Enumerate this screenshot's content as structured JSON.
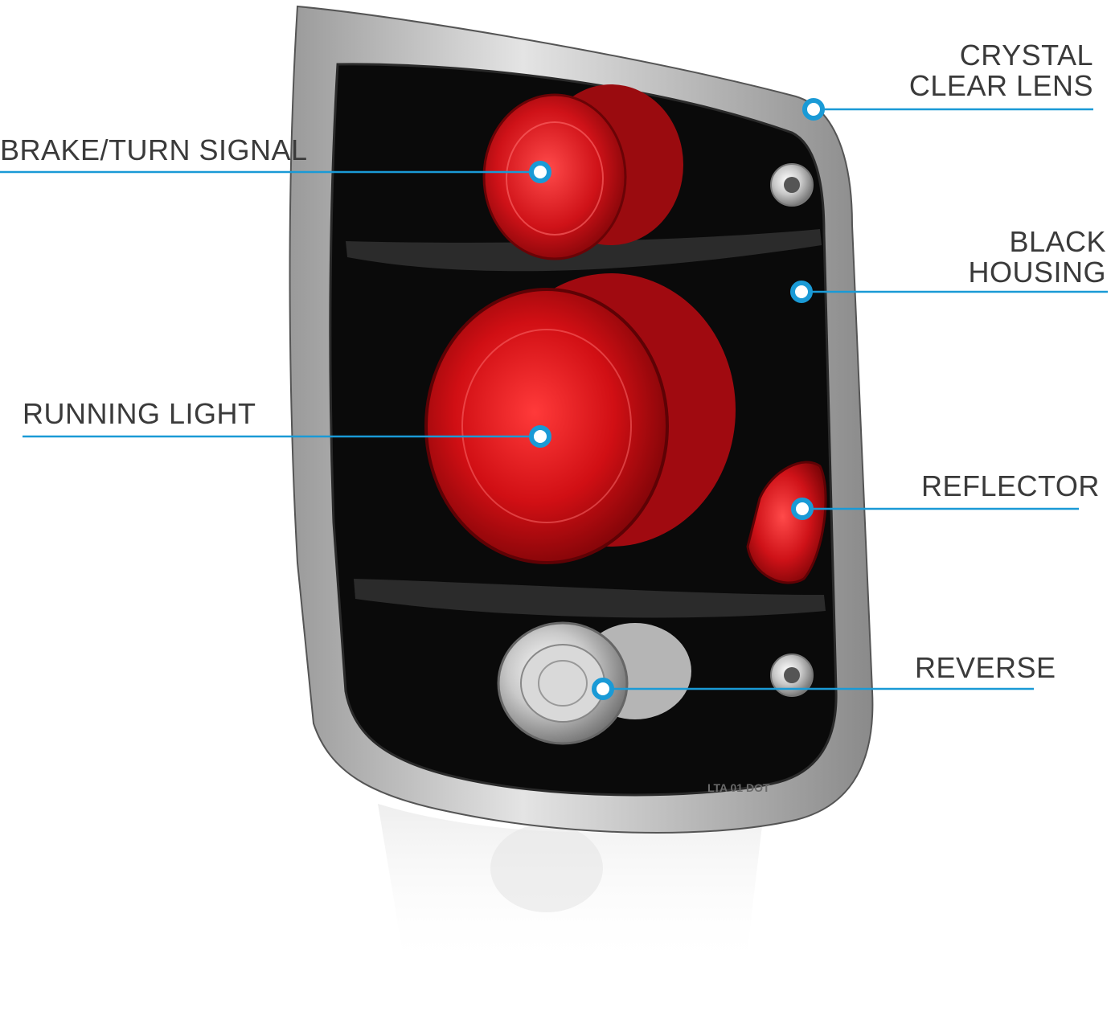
{
  "accent_color": "#1a9ad6",
  "callouts": {
    "brake_turn": "BRAKE/TURN SIGNAL",
    "running": "RUNNING LIGHT",
    "crystal_line1": "CRYSTAL",
    "crystal_line2": "CLEAR LENS",
    "housing_line1": "BLACK",
    "housing_line2": "HOUSING",
    "reflector": "REFLECTOR",
    "reverse": "REVERSE"
  },
  "lens_marking": "LTA 01 DOT"
}
